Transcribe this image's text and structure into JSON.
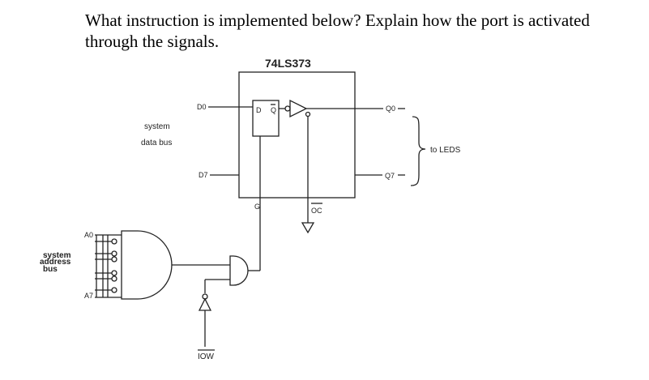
{
  "question": {
    "line1": "What instruction is implemented below? Explain how the port is activated",
    "line2": "through the signals."
  },
  "diagram": {
    "chip_name": "74LS373",
    "data_bus_line1": "system",
    "data_bus_line2": "data bus",
    "d0": "D0",
    "d7": "D7",
    "q0": "Q0",
    "q7": "Q7",
    "to_leds": "to LEDS",
    "latch_d": "D",
    "latch_qbar": "Q",
    "g_pin": "G",
    "oc_pin": "OC",
    "addr_bus_line1": "system",
    "addr_bus_line2": "address",
    "addr_bus_line3": "bus",
    "a0": "A0",
    "a7": "A7",
    "iow": "IOW"
  }
}
